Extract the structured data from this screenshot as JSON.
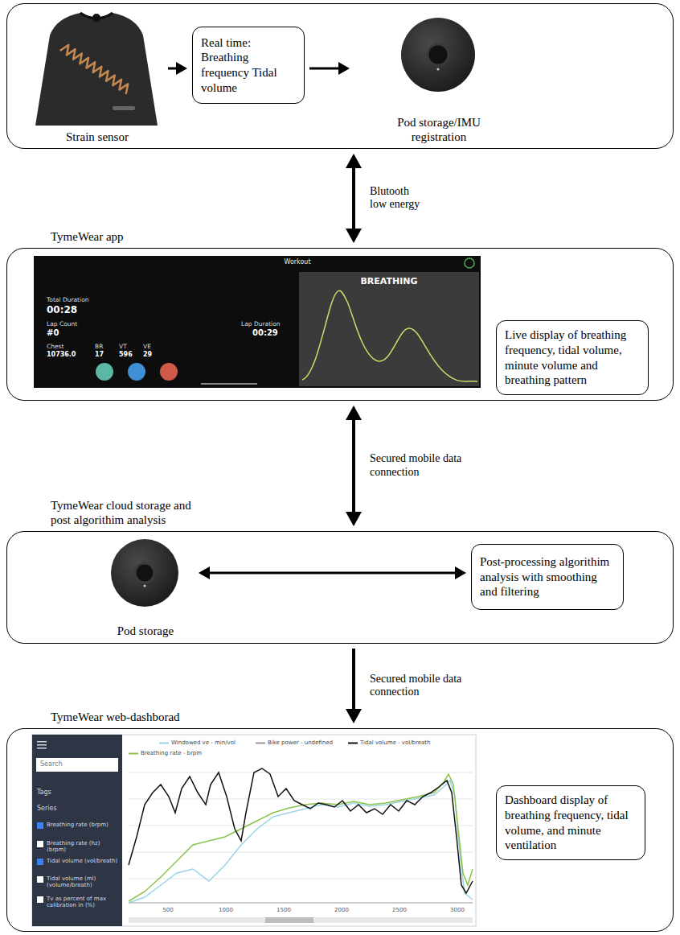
{
  "diagram": {
    "nodes": [
      {
        "text": []
      },
      {
        "text": [
          "Strain sensor"
        ],
        "in": 0
      },
      {
        "text": [
          "Real time: Breathing frequency Tidal volume"
        ],
        "in": 0
      },
      {
        "text": [
          "Pod storage/IMU registration"
        ],
        "in": 0
      },
      {
        "text": [
          "TymeWear app"
        ]
      },
      {
        "text": [
          "Live display of breathing frequency, tidal volume, minute volume and breathing pattern"
        ],
        "in": 4
      },
      {
        "text": [
          "TymeWear cloud storage and post algorithim analysis"
        ]
      },
      {
        "text": [
          "Pod storage"
        ],
        "in": 6
      },
      {
        "text": [
          "Post-processing algorithim analysis with smoothing and filtering"
        ],
        "in": 6
      },
      {
        "text": [
          "TymeWear web-dashborad"
        ]
      },
      {
        "text": [
          "Dashboard display of breathing frequency, tidal volume, and minute ventilation"
        ],
        "in": 9
      }
    ],
    "edges": [
      {
        "from": 1,
        "to": 2,
        "arrow": "to"
      },
      {
        "from": 2,
        "to": 3,
        "arrow": "to"
      },
      {
        "from": 0,
        "to": 4,
        "arrow": "both",
        "label": "Blutooth low energy"
      },
      {
        "from": 4,
        "to": 6,
        "arrow": "both",
        "label": "Secured mobile data connection"
      },
      {
        "from": 7,
        "to": 8,
        "arrow": "both"
      },
      {
        "from": 6,
        "to": 9,
        "arrow": "to",
        "label": "Secured mobile data connection"
      }
    ],
    "labels": [
      "Workout",
      "Total Duration",
      "00:28",
      "Lap Count",
      "#0",
      "Lap Duration",
      "00:29",
      "Chest",
      "10736.0",
      "BR",
      "17",
      "VT",
      "596",
      "VE",
      "29",
      "BREATHING",
      "Search",
      "Tags",
      "Series",
      "Breathing rate (brpm)",
      "Breathing rate (hz) (brpm)",
      "Tidal volume (vol/breath)",
      "Tidal volume (ml) (volume/breath)",
      "Tv as percent of max calibration in (%)",
      "Windowed ve - min/vol",
      "Bike power - undefined",
      "Tidal volume - vol/breath",
      "Breathing rate - brpm",
      "500",
      "1000",
      "1500",
      "2000",
      "2500",
      "3000"
    ]
  }
}
